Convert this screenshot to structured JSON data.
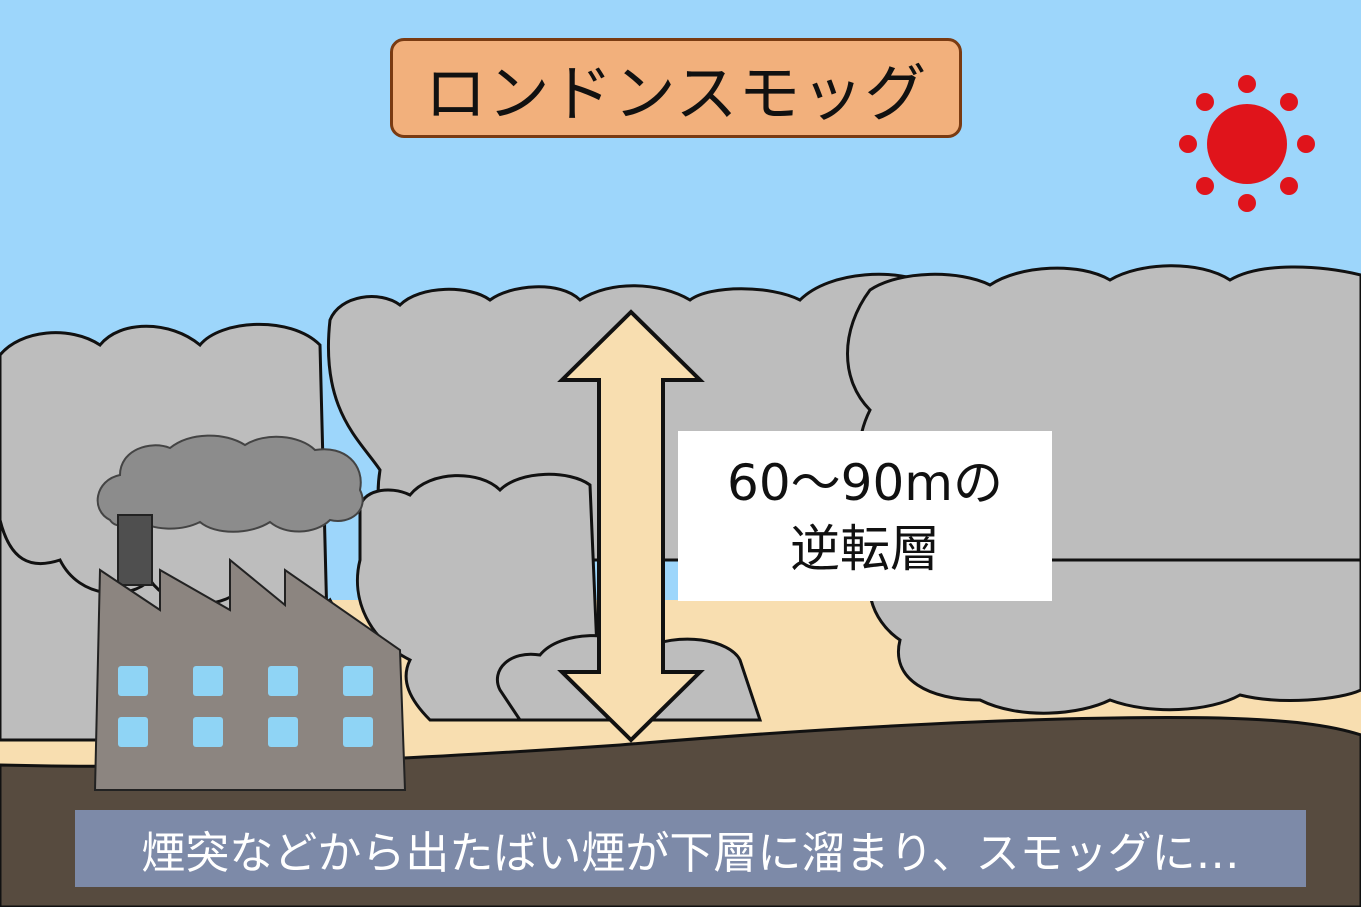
{
  "title": "ロンドンスモッグ",
  "layer_label": {
    "line1": "60～90mの",
    "line2": "逆転層"
  },
  "caption": "煙突などから出たばい煙が下層に溜まり、スモッグに…",
  "colors": {
    "sky": "#9dd6fb",
    "smog": "#bdbdbd",
    "factory_smoke": "#8c8c8c",
    "inversion_layer": "#f8deb0",
    "ground": "#574b3f",
    "sun": "#e0141b",
    "factory": "#8c8580",
    "window": "#8fd4f5",
    "title_bg": "#f2b07c",
    "caption_bg": "#7d8aa8"
  },
  "icons": [
    "sun-icon",
    "factory-icon",
    "double-arrow-icon",
    "smoke-cloud-icon"
  ]
}
